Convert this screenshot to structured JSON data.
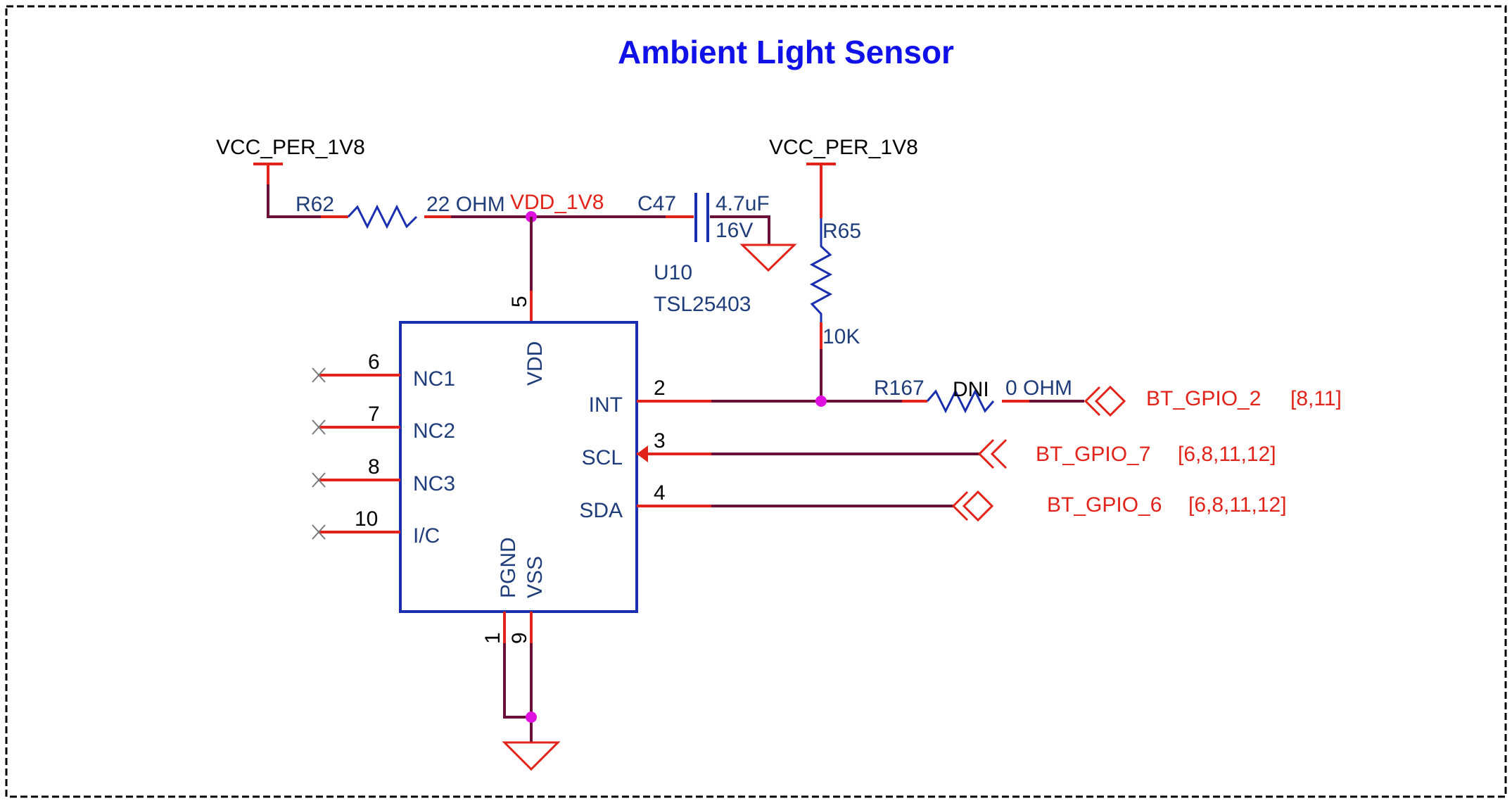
{
  "title": "Ambient Light Sensor",
  "colors": {
    "title": "#1010E8",
    "wire": "#6B1038",
    "pin_stub": "#E2231A",
    "net_label": "#E2231A",
    "component": "#1F3D7A",
    "junction": "#E010E0",
    "border": "#000000"
  },
  "power": {
    "left": "VCC_PER_1V8",
    "right": "VCC_PER_1V8",
    "vdd_net": "VDD_1V8"
  },
  "r62": {
    "ref": "R62",
    "value": "22 OHM"
  },
  "c47": {
    "ref": "C47",
    "value": "4.7uF",
    "voltage": "16V"
  },
  "r65": {
    "ref": "R65",
    "value": "10K"
  },
  "r167": {
    "ref": "R167",
    "dni": "DNI",
    "value": "0 OHM"
  },
  "u10": {
    "ref": "U10",
    "part": "TSL25403",
    "pins": {
      "vdd": {
        "num": "5",
        "name": "VDD"
      },
      "nc1": {
        "num": "6",
        "name": "NC1"
      },
      "nc2": {
        "num": "7",
        "name": "NC2"
      },
      "nc3": {
        "num": "8",
        "name": "NC3"
      },
      "ic": {
        "num": "10",
        "name": "I/C"
      },
      "int": {
        "num": "2",
        "name": "INT"
      },
      "scl": {
        "num": "3",
        "name": "SCL"
      },
      "sda": {
        "num": "4",
        "name": "SDA"
      },
      "pgnd": {
        "num": "1",
        "name": "PGND"
      },
      "vss": {
        "num": "9",
        "name": "VSS"
      }
    }
  },
  "ports": {
    "gpio2": {
      "name": "BT_GPIO_2",
      "refs": "[8,11]"
    },
    "gpio7": {
      "name": "BT_GPIO_7",
      "refs": "[6,8,11,12]"
    },
    "gpio6": {
      "name": "BT_GPIO_6",
      "refs": "[6,8,11,12]"
    }
  }
}
